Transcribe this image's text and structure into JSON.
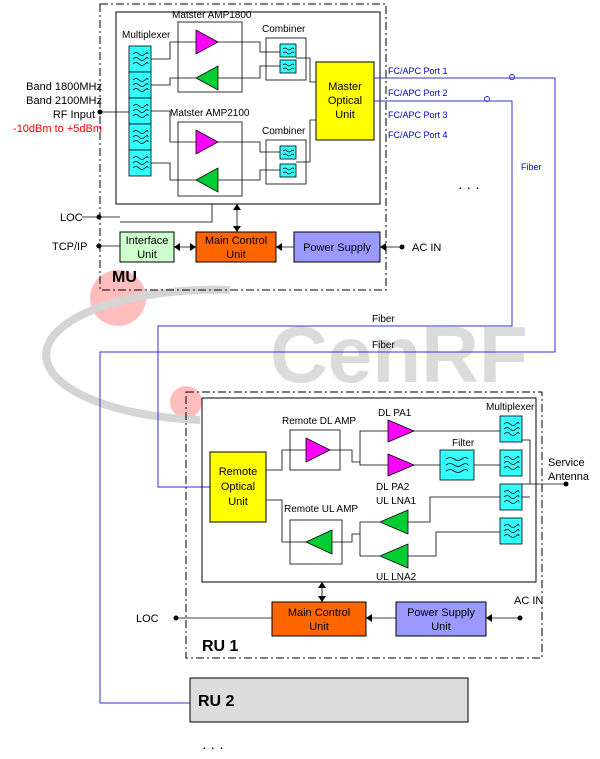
{
  "mu": {
    "label": "MU",
    "multiplexer": "Multiplexer",
    "amp1800": "Matster AMP1800",
    "amp2100": "Matster AMP2100",
    "combiner1": "Combiner",
    "combiner2": "Combiner",
    "master_optical": [
      "Master",
      "Optical",
      "Unit"
    ],
    "interface_unit": [
      "Interface",
      "Unit"
    ],
    "main_control": [
      "Main Control",
      "Unit"
    ],
    "power_supply": "Power Supply",
    "ac_in": "AC IN",
    "loc": "LOC",
    "tcpip": "TCP/IP"
  },
  "inputs": {
    "band1": "Band 1800MHz",
    "band2": "Band 2100MHz",
    "rf_input": "RF Input",
    "range": "-10dBm to +5dBm"
  },
  "ports": [
    "FC/APC Port 1",
    "FC/APC Port 2",
    "FC/APC Port 3",
    "FC/APC Port 4"
  ],
  "ellipsis_ports": "· · ·",
  "fiber_labels": [
    "Fiber",
    "Fiber",
    "Fiber"
  ],
  "watermark": "CenRF",
  "ru1": {
    "label": "RU 1",
    "remote_dl_amp": "Remote DL AMP",
    "remote_ul_amp": "Remote UL AMP",
    "dl_pa1": "DL PA1",
    "dl_pa2": "DL PA2",
    "ul_lna1": "UL LNA1",
    "ul_lna2": "UL LNA2",
    "filter": "Filter",
    "multiplexer": "Multiplexer",
    "remote_optical": [
      "Remote",
      "Optical",
      "Unit"
    ],
    "service_antenna": [
      "Service",
      "Antenna"
    ],
    "main_control": [
      "Main Control",
      "Unit"
    ],
    "power_supply": [
      "Power Supply",
      "Unit"
    ],
    "ac_in": "AC IN",
    "loc": "LOC"
  },
  "ru2": {
    "label": "RU 2"
  },
  "ellipsis_bottom": "· · ·",
  "colors": {
    "cyan": "#33ffff",
    "magenta": "#ff00ff",
    "green": "#00cc33",
    "yellow": "#ffff00",
    "orange": "#ff6600",
    "lavender": "#9999ff",
    "light_green": "#ccffcc",
    "fiber": "#3333cc",
    "red_text": "#ff0000"
  }
}
